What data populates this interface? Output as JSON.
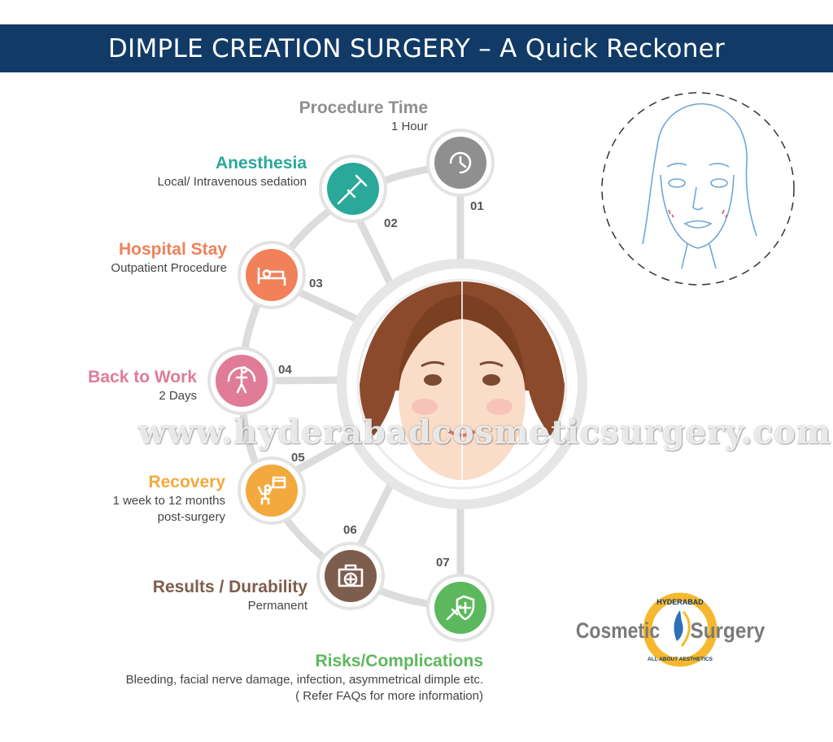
{
  "header": {
    "title": "DIMPLE CREATION SURGERY – A Quick Reckoner"
  },
  "steps": [
    {
      "number": "01",
      "title": "Procedure Time",
      "detail": "1 Hour",
      "color": "#8f8f8f",
      "icon": "clock-icon"
    },
    {
      "number": "02",
      "title": "Anesthesia",
      "detail": "Local/ Intravenous sedation",
      "color": "#2aa89a",
      "icon": "syringe-icon"
    },
    {
      "number": "03",
      "title": "Hospital Stay",
      "detail": "Outpatient Procedure",
      "color": "#f08159",
      "icon": "hospital-bed-icon"
    },
    {
      "number": "04",
      "title": "Back to Work",
      "detail": "2 Days",
      "color": "#e07b98",
      "icon": "person-walking-icon"
    },
    {
      "number": "05",
      "title": "Recovery",
      "detail_lines": [
        "1 week to 12 months",
        "post-surgery"
      ],
      "color": "#f3a93e",
      "icon": "calendar-person-icon"
    },
    {
      "number": "06",
      "title": "Results / Durability",
      "detail": "Permanent",
      "color": "#7d5d4e",
      "icon": "first-aid-kit-icon"
    },
    {
      "number": "07",
      "title": "Risks/Complications",
      "detail_lines": [
        "Bleeding, facial nerve damage, infection, asymmetrical dimple etc.",
        "( Refer FAQs for more information)"
      ],
      "color": "#5cb85c",
      "icon": "syringe-shield-icon"
    }
  ],
  "watermark": "www.hyderabadcosmeticsurgery.com",
  "logo": {
    "top_text": "HYDERABAD",
    "left_word": "Cosmetic",
    "right_word": "Surgery",
    "bottom_text": "ALL ABOUT AESTHETICS",
    "ring_color": "#f5b82e"
  }
}
